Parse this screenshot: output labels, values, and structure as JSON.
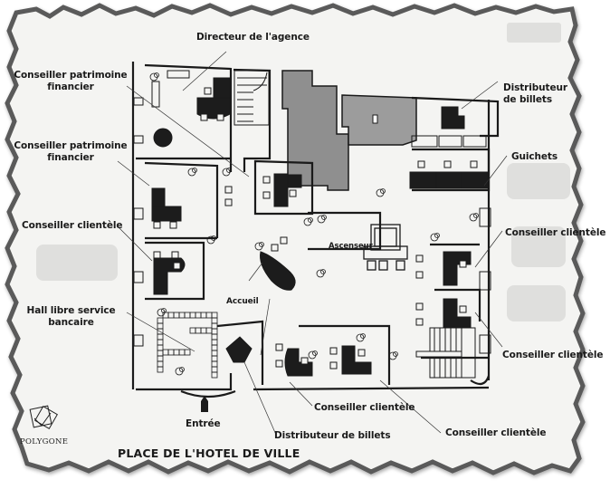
{
  "document": {
    "type": "floor-plan",
    "street": "PLACE DE L'HOTEL DE VILLE",
    "entrance": "Entrée",
    "logo": "POLYGONE"
  },
  "labels": {
    "directeur": "Directeur de l'agence",
    "patrimoine1_line1": "Conseiller patrimoine",
    "patrimoine1_line2": "financier",
    "patrimoine2_line1": "Conseiller patrimoine",
    "patrimoine2_line2": "financier",
    "clientele_left": "Conseiller clientèle",
    "hall_line1": "Hall libre service",
    "hall_line2": "bancaire",
    "accueil": "Accueil",
    "ascenseur": "Ascenseur",
    "distributeur_top_line1": "Distributeur",
    "distributeur_top_line2": "de billets",
    "guichets": "Guichets",
    "clientele_right1": "Conseiller clientèle",
    "clientele_right2": "Conseiller clientèle",
    "clientele_bottom1": "Conseiller clientèle",
    "clientele_bottom2": "Conseiller clientèle",
    "distributeur_bottom": "Distributeur de billets"
  },
  "colors": {
    "paper": "#f4f4f2",
    "torn_edge": "#5a5a5a",
    "ink": "#1a1a1a",
    "shaded_area": "#8a8a8a",
    "light_shade": "#9c9c9c"
  }
}
